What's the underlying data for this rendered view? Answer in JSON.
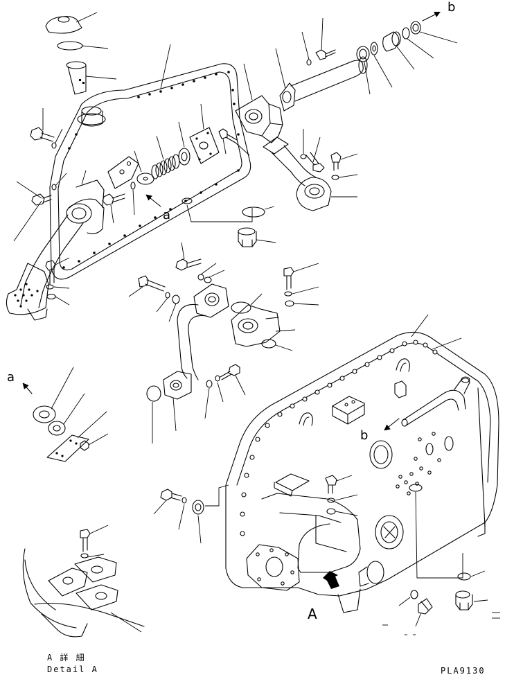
{
  "labels": {
    "ref_a_upper": "a",
    "ref_a_left": "a",
    "ref_b_top": "b",
    "ref_b_tank": "b",
    "detail_marker": "A",
    "detail_caption_jp": "A 詳 細",
    "detail_caption_en": "Detail A",
    "drawing_number": "PLA9130"
  },
  "colors": {
    "line": "#000000",
    "paper": "#ffffff"
  }
}
